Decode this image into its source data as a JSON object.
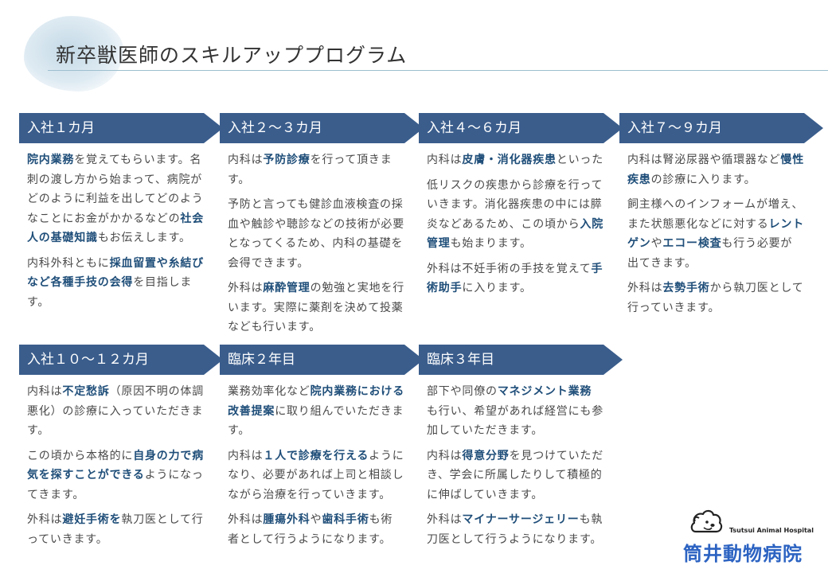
{
  "title": "新卒獣医師のスキルアッププログラム",
  "phases": [
    {
      "label": "入社１カ月",
      "paragraphs": [
        [
          {
            "t": "院内業務",
            "b": true
          },
          {
            "t": "を覚えてもらいます。名刺の渡し方から始まって、病院がどのように利益を出してどのようなことにお金がかかるなどの",
            "b": false
          },
          {
            "t": "社会人の基礎知識",
            "b": true
          },
          {
            "t": "もお伝えします。",
            "b": false
          }
        ],
        [
          {
            "t": "内科外科ともに",
            "b": false
          },
          {
            "t": "採血留置や糸結びなど各種手技の会得",
            "b": true
          },
          {
            "t": "を目指します。",
            "b": false
          }
        ]
      ]
    },
    {
      "label": "入社２～３カ月",
      "paragraphs": [
        [
          {
            "t": "内科は",
            "b": false
          },
          {
            "t": "予防診療",
            "b": true
          },
          {
            "t": "を行って頂きます。",
            "b": false
          }
        ],
        [
          {
            "t": "予防と言っても健診血液検査の採血や触診や聴診などの技術が必要となってくるため、内科の基礎を会得できます。",
            "b": false
          }
        ],
        [
          {
            "t": "外科は",
            "b": false
          },
          {
            "t": "麻酔管理",
            "b": true
          },
          {
            "t": "の勉強と実地を行います。実際に薬剤を決めて投薬なども行います。",
            "b": false
          }
        ]
      ]
    },
    {
      "label": "入社４～６カ月",
      "paragraphs": [
        [
          {
            "t": "内科は",
            "b": false
          },
          {
            "t": "皮膚・消化器疾患",
            "b": true
          },
          {
            "t": "といった",
            "b": false
          }
        ],
        [
          {
            "t": "低リスクの疾患から診療を行っていきます。消化器疾患の中には膵炎などあるため、この頃から",
            "b": false
          },
          {
            "t": "入院管理",
            "b": true
          },
          {
            "t": "も始まります。",
            "b": false
          }
        ],
        [
          {
            "t": "外科は不妊手術の手技を覚えて",
            "b": false
          },
          {
            "t": "手術助手",
            "b": true
          },
          {
            "t": "に入ります。",
            "b": false
          }
        ]
      ]
    },
    {
      "label": "入社７～９カ月",
      "paragraphs": [
        [
          {
            "t": "内科は腎泌尿器や循環器など",
            "b": false
          },
          {
            "t": "慢性疾患",
            "b": true
          },
          {
            "t": "の診療に入ります。",
            "b": false
          }
        ],
        [
          {
            "t": "飼主様へのインフォームが増え、また状態悪化などに対する",
            "b": false
          },
          {
            "t": "レントゲン",
            "b": true
          },
          {
            "t": "や",
            "b": false
          },
          {
            "t": "エコー検査",
            "b": true
          },
          {
            "t": "も行う必要が出てきます。",
            "b": false
          }
        ],
        [
          {
            "t": "外科は",
            "b": false
          },
          {
            "t": "去勢手術",
            "b": true
          },
          {
            "t": "から執刀医として行っていきます。",
            "b": false
          }
        ]
      ]
    },
    {
      "label": "入社１０～１２カ月",
      "paragraphs": [
        [
          {
            "t": "内科は",
            "b": false
          },
          {
            "t": "不定愁訴",
            "b": true
          },
          {
            "t": "（原因不明の体調悪化）の診療に入っていただきます。",
            "b": false
          }
        ],
        [
          {
            "t": "この頃から本格的に",
            "b": false
          },
          {
            "t": "自身の力で病気を探すことができる",
            "b": true
          },
          {
            "t": "ようになってきます。",
            "b": false
          }
        ],
        [
          {
            "t": "外科は",
            "b": false
          },
          {
            "t": "避妊手術を",
            "b": true
          },
          {
            "t": "執刀医として行っていきます。",
            "b": false
          }
        ]
      ]
    },
    {
      "label": "臨床２年目",
      "paragraphs": [
        [
          {
            "t": "業務効率化など",
            "b": false
          },
          {
            "t": "院内業務における改善提案",
            "b": true
          },
          {
            "t": "に取り組んでいただきます。",
            "b": false
          }
        ],
        [
          {
            "t": "内科は",
            "b": false
          },
          {
            "t": "１人で診療を行える",
            "b": true
          },
          {
            "t": "ようになり、必要があれば上司と相談しながら治療を行っていきます。",
            "b": false
          }
        ],
        [
          {
            "t": "外科は",
            "b": false
          },
          {
            "t": "腫瘍外科",
            "b": true
          },
          {
            "t": "や",
            "b": false
          },
          {
            "t": "歯科手術",
            "b": true
          },
          {
            "t": "も術者として行うようになります。",
            "b": false
          }
        ]
      ]
    },
    {
      "label": "臨床３年目",
      "paragraphs": [
        [
          {
            "t": "部下や同僚の",
            "b": false
          },
          {
            "t": "マネジメント業務",
            "b": true
          },
          {
            "t": "も行い、希望があれば経営にも参加していただきます。",
            "b": false
          }
        ],
        [
          {
            "t": "内科は",
            "b": false
          },
          {
            "t": "得意分野",
            "b": true
          },
          {
            "t": "を見つけていただき、学会に所属したりして積極的に伸ばしていきます。",
            "b": false
          }
        ],
        [
          {
            "t": "外科は",
            "b": false
          },
          {
            "t": "マイナーサージェリー",
            "b": true
          },
          {
            "t": "も執刀医として行うようになります。",
            "b": false
          }
        ]
      ]
    }
  ],
  "logo": {
    "en": "Tsutsui Animal Hospital",
    "jp": "筒井動物病院"
  },
  "colors": {
    "header_bg": "#3a5d8c",
    "emphasis": "#1f4e79",
    "logo_text": "#2c63c2"
  }
}
